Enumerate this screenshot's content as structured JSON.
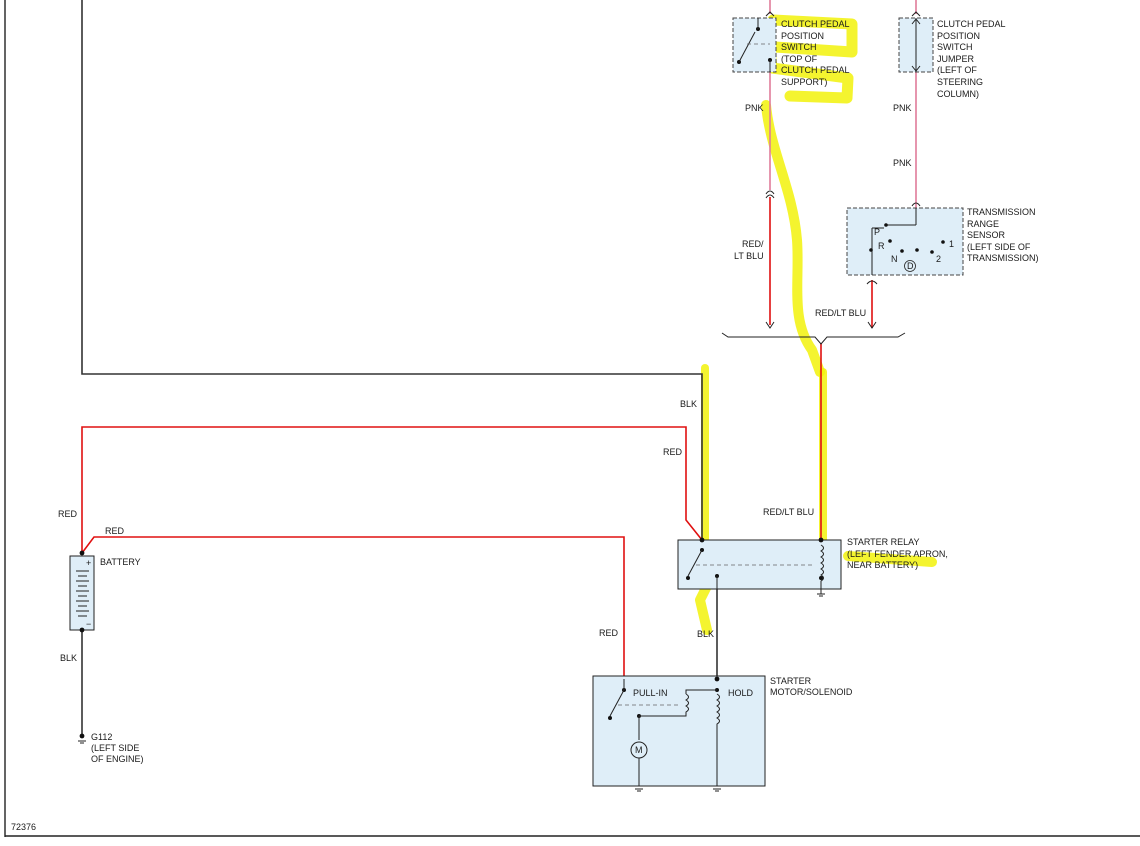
{
  "diagram_id": "72376",
  "components": {
    "clutch_switch": [
      "CLUTCH PEDAL",
      "POSITION",
      "SWITCH",
      "(TOP OF",
      "CLUTCH PEDAL",
      "SUPPORT)"
    ],
    "clutch_jumper": [
      "CLUTCH PEDAL",
      "POSITION",
      "SWITCH",
      "JUMPER",
      "(LEFT OF",
      "STEERING",
      "COLUMN)"
    ],
    "trs": [
      "TRANSMISSION",
      "RANGE",
      "SENSOR",
      "(LEFT SIDE OF",
      "TRANSMISSION)"
    ],
    "trs_positions": [
      "P",
      "R",
      "N",
      "D",
      "2",
      "1"
    ],
    "starter_relay": [
      "STARTER RELAY",
      "(LEFT FENDER APRON,",
      "NEAR BATTERY)"
    ],
    "battery": "BATTERY",
    "ground": [
      "G112",
      "(LEFT SIDE",
      "OF ENGINE)"
    ],
    "starter": [
      "STARTER",
      "MOTOR/SOLENOID"
    ],
    "starter_pullin": "PULL-IN",
    "starter_hold": "HOLD",
    "motor_symbol": "M"
  },
  "wires": {
    "pnk_1": "PNK",
    "pnk_2": "PNK",
    "pnk_3": "PNK",
    "red_lt_blu_left": [
      "RED/",
      "LT BLU"
    ],
    "red_lt_blu_right": "RED/LT BLU",
    "red_lt_blu_relay": "RED/LT BLU",
    "blk_top": "BLK",
    "blk_bottom": "BLK",
    "blk_battery": "BLK",
    "red_top": "RED",
    "red_left": "RED",
    "red_battery": "RED",
    "red_starter": "RED"
  },
  "colors": {
    "red_wire": "#e01010",
    "black_wire": "#333333",
    "pink_wire": "#e07b9a",
    "component_fill": "#dfeef8",
    "highlight": "#f2f20a"
  }
}
